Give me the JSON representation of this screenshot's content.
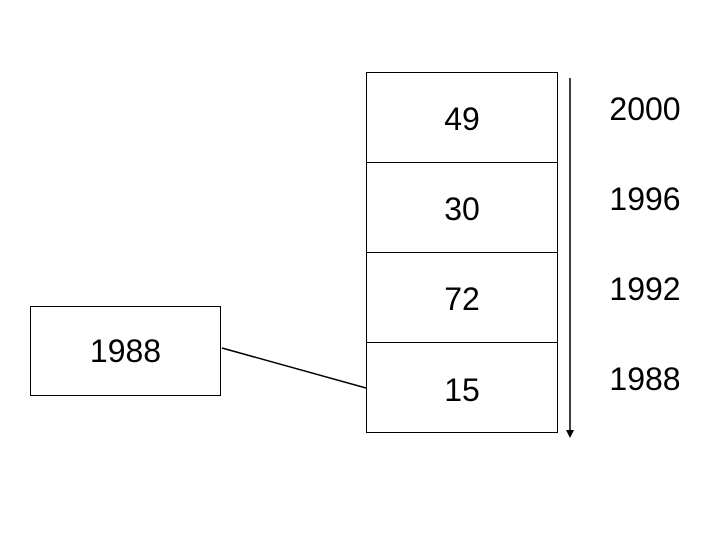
{
  "key": {
    "label": "1988"
  },
  "stack": {
    "cells": [
      {
        "value": "49"
      },
      {
        "value": "30"
      },
      {
        "value": "72"
      },
      {
        "value": "15"
      }
    ]
  },
  "years": [
    {
      "label": "2000"
    },
    {
      "label": "1996"
    },
    {
      "label": "1992"
    },
    {
      "label": "1988"
    }
  ]
}
